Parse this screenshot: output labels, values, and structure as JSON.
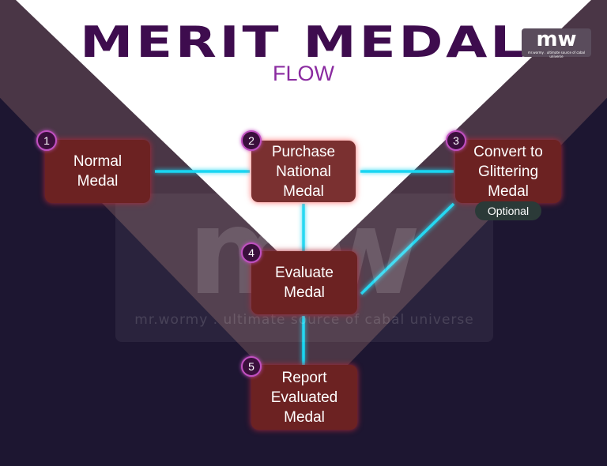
{
  "header": {
    "title": "MERIT MEDAL",
    "subtitle": "FLOW"
  },
  "logo": {
    "mark": "mw",
    "tagline": "mr.wormy . ultimate source of cabal universe"
  },
  "watermark": {
    "mark": "mw",
    "tagline": "mr.wormy . ultimate source of cabal universe"
  },
  "colors": {
    "background": "#1d1631",
    "box": "#6c2222",
    "connector": "#19d6f2",
    "title": "#3e0c4e",
    "subtitle": "#8a2aa0"
  },
  "steps": [
    {
      "number": "1",
      "label": "Normal Medal"
    },
    {
      "number": "2",
      "label": "Purchase National Medal"
    },
    {
      "number": "3",
      "label": "Convert to Glittering Medal",
      "badge": "Optional"
    },
    {
      "number": "4",
      "label": "Evaluate Medal"
    },
    {
      "number": "5",
      "label": "Report Evaluated Medal"
    }
  ],
  "connections": [
    [
      "1",
      "2"
    ],
    [
      "2",
      "3"
    ],
    [
      "2",
      "4"
    ],
    [
      "3",
      "4"
    ],
    [
      "4",
      "5"
    ]
  ]
}
